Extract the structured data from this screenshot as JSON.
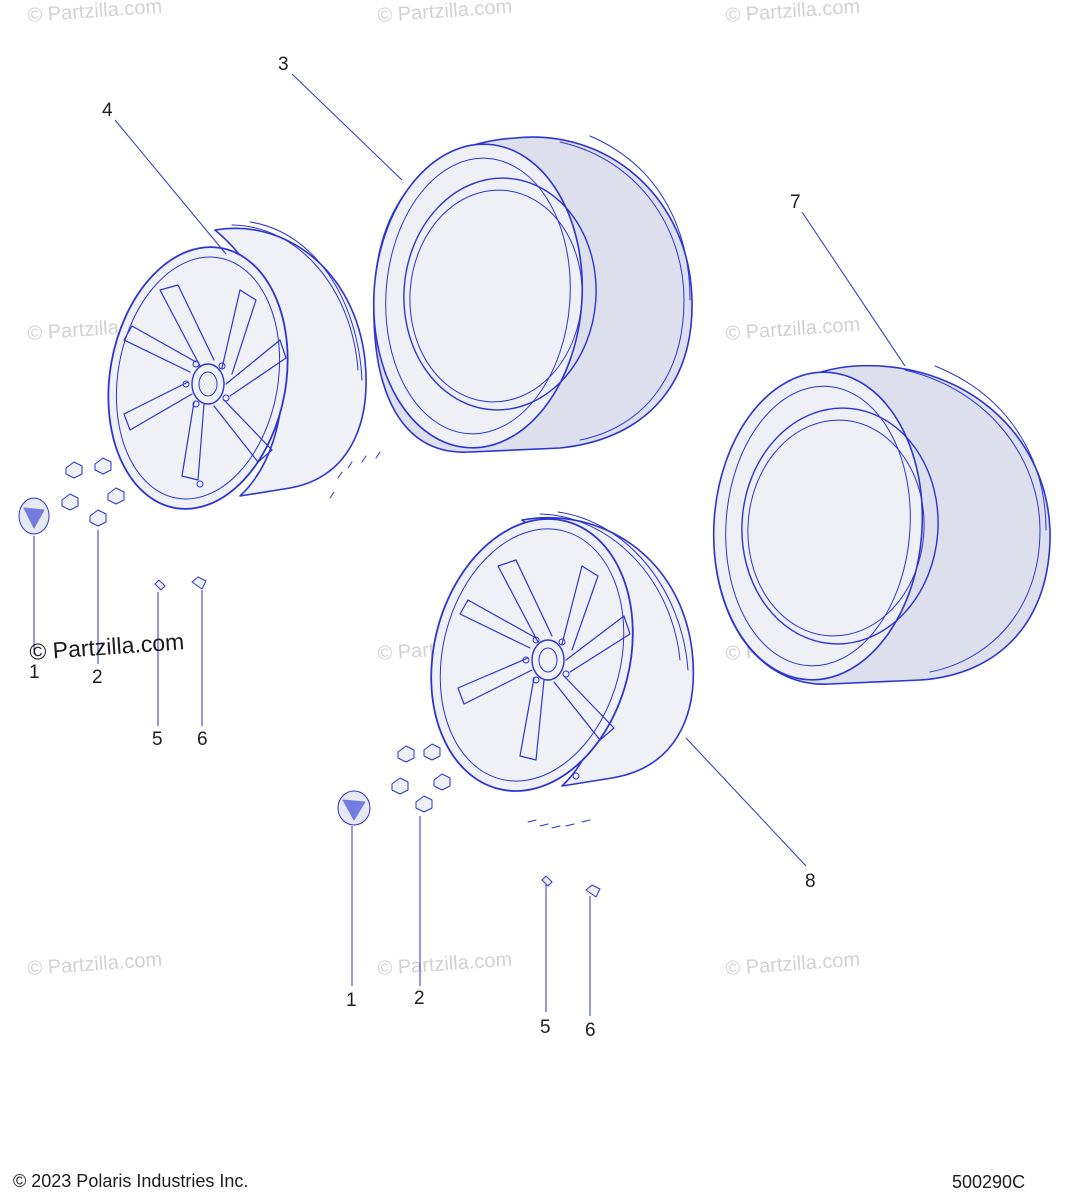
{
  "watermark_text": "© Partzilla.com",
  "callouts": {
    "c1a": "1",
    "c2a": "2",
    "c3": "3",
    "c4": "4",
    "c5a": "5",
    "c6a": "6",
    "c7": "7",
    "c1b": "1",
    "c2b": "2",
    "c5b": "5",
    "c6b": "6",
    "c8": "8"
  },
  "footer": {
    "copyright": "© 2023 Polaris Industries Inc.",
    "diagram_id": "500290C"
  },
  "colors": {
    "line_art": "#2a35d4",
    "callout_text": "#1d1d1d",
    "watermark": "#d2d2d2"
  }
}
